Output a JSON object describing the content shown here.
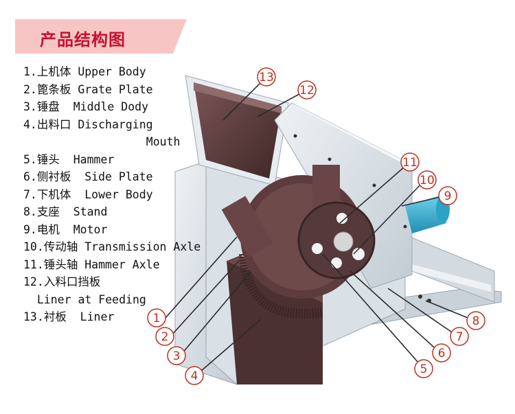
{
  "title": "产品结构图",
  "parts": [
    {
      "num": "1.",
      "zh": "上机体",
      "en": "Upper Body"
    },
    {
      "num": "2.",
      "zh": "篦条板",
      "en": "Grate Plate"
    },
    {
      "num": "3.",
      "zh": "锤盘",
      "en": " Middle Dody"
    },
    {
      "num": "4.",
      "zh": "出料口",
      "en": "Discharging",
      "en2": "                  Mouth"
    },
    {
      "num": "5.",
      "zh": "锤头",
      "en": " Hammer"
    },
    {
      "num": "6.",
      "zh": "侧衬板",
      "en": " Side Plate"
    },
    {
      "num": "7.",
      "zh": "下机体",
      "en": " Lower Body"
    },
    {
      "num": "8.",
      "zh": "支座",
      "en": " Stand"
    },
    {
      "num": "9.",
      "zh": "电机",
      "en": " Motor"
    },
    {
      "num": "10.",
      "zh": "传动轴",
      "en": "Transmission Axle"
    },
    {
      "num": "11.",
      "zh": "锤头轴",
      "en": "Hammer Axle"
    },
    {
      "num": "12.",
      "zh": "入料口挡板",
      "en": "",
      "en2": "  Liner at Feeding"
    },
    {
      "num": "13.",
      "zh": "衬板",
      "en": " Liner"
    }
  ],
  "callouts": [
    "1",
    "2",
    "3",
    "4",
    "5",
    "6",
    "7",
    "8",
    "9",
    "10",
    "11",
    "12",
    "13"
  ],
  "colors": {
    "accent": "#c8102e",
    "banner": "#f7c6c4",
    "callout": "#c0301e",
    "steel": "#d6dde3",
    "liner": "#5a3636",
    "hammer": "#6a4548"
  }
}
